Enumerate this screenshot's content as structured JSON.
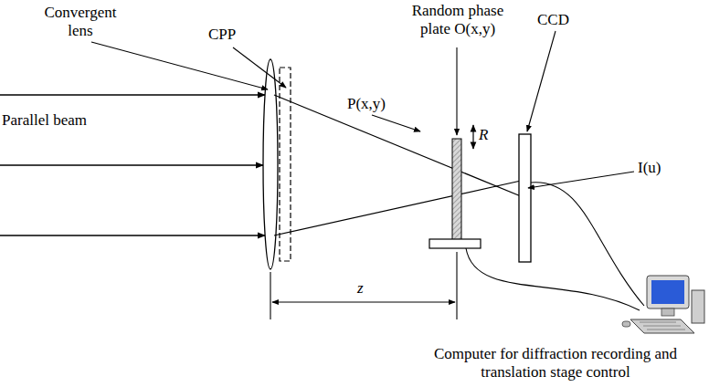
{
  "diagram": {
    "labels": [
      "Convergent lens",
      "CPP",
      "Random phase plate O(x,y)",
      "CCD",
      "Parallel beam",
      "P(x,y)",
      "R",
      "I(u)",
      "z",
      "Computer for diffraction recording and translation stage control"
    ]
  }
}
